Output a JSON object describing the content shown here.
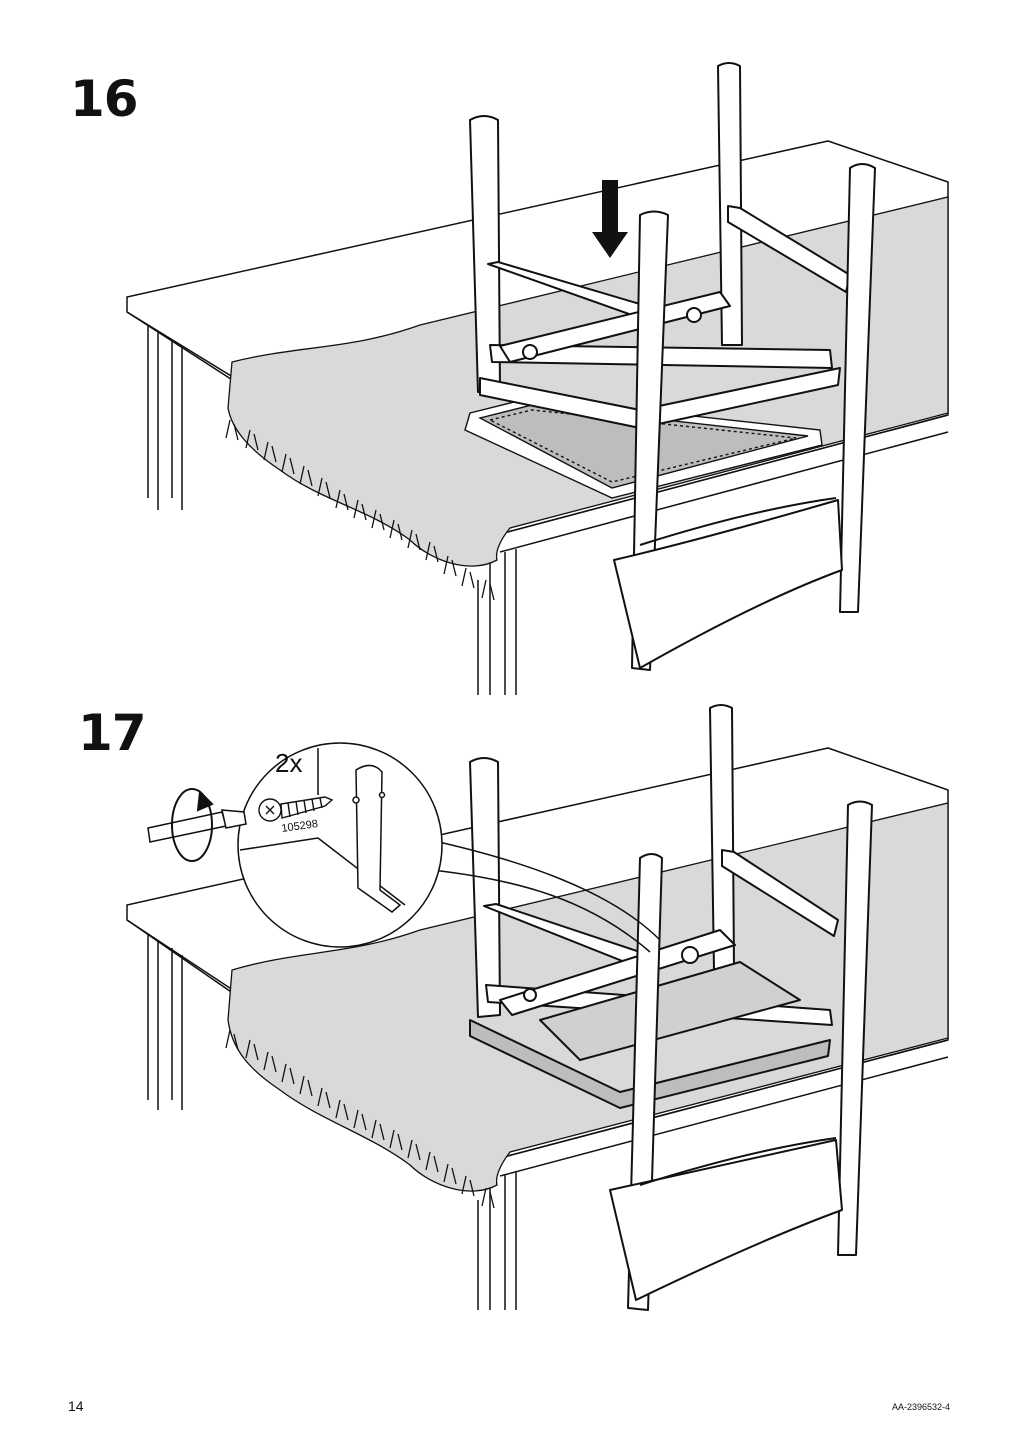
{
  "steps": [
    {
      "number": "16"
    },
    {
      "number": "17",
      "callout": {
        "quantity": "2x",
        "part_number": "105298"
      }
    }
  ],
  "footer": {
    "page_number": "14",
    "document_code": "AA-2396532-4"
  },
  "icons": [
    "down-arrow-icon",
    "rotate-clockwise-icon",
    "screwdriver-icon",
    "screw-icon"
  ],
  "colors": {
    "ink": "#111111",
    "tablecloth": "#d9d9d9",
    "paper": "#ffffff"
  }
}
